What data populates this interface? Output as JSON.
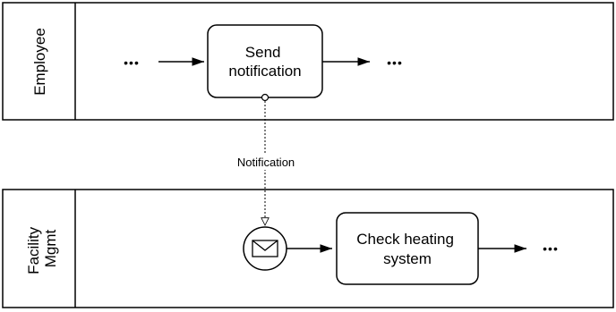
{
  "pools": [
    {
      "id": "employee",
      "label_lines": [
        "Employee"
      ]
    },
    {
      "id": "facility",
      "label_lines": [
        "Facility",
        "Mgmt"
      ]
    }
  ],
  "tasks": {
    "send_notification": {
      "lines": [
        "Send",
        "notification"
      ]
    },
    "check_heating": {
      "lines": [
        "Check heating",
        "system"
      ]
    }
  },
  "ellipsis": "•••",
  "message_flow": {
    "label": "Notification"
  },
  "icons": {
    "message_start_event": "envelope-icon"
  }
}
